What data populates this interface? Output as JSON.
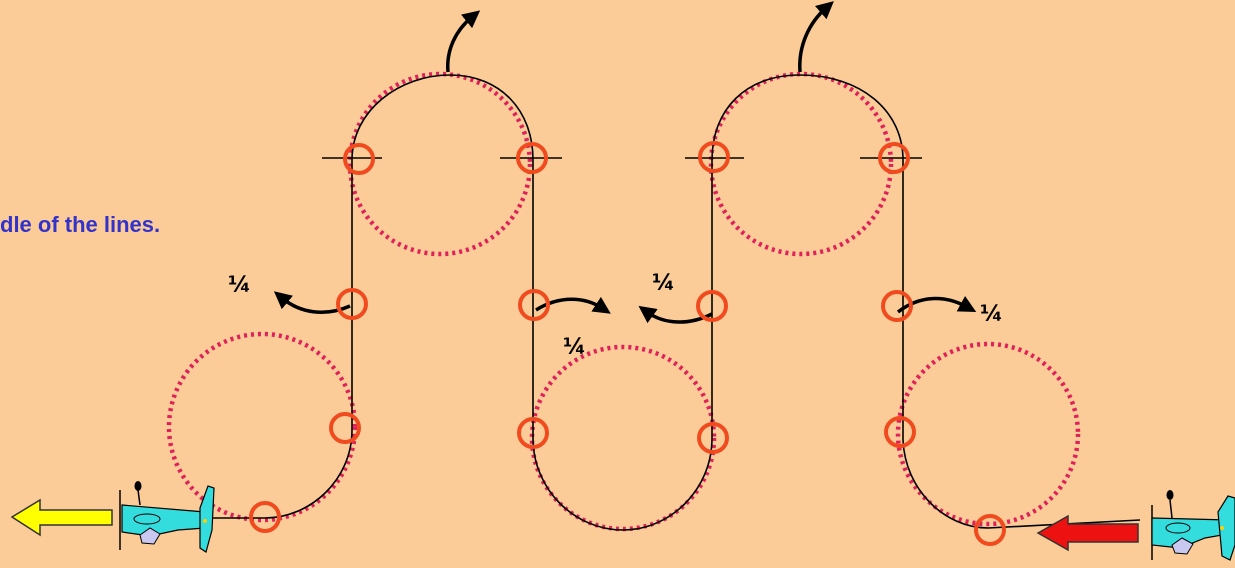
{
  "diagram": {
    "caption": "dle of the lines.",
    "quarter_labels": [
      "¼",
      "¼",
      "¼",
      "¼"
    ],
    "colors": {
      "background": "#FBCC97",
      "caption_text": "#3333CC",
      "flight_path": "#000000",
      "dotted_circle": "#E0205A",
      "checkpoint_circle": "#F04A1E",
      "exit_arrow": "#FFFF00",
      "entry_arrow": "#EE1111",
      "plane_body": "#33DDDD"
    },
    "icons": [
      "yellow-arrow-icon",
      "red-arrow-icon",
      "airplane-icon"
    ]
  }
}
